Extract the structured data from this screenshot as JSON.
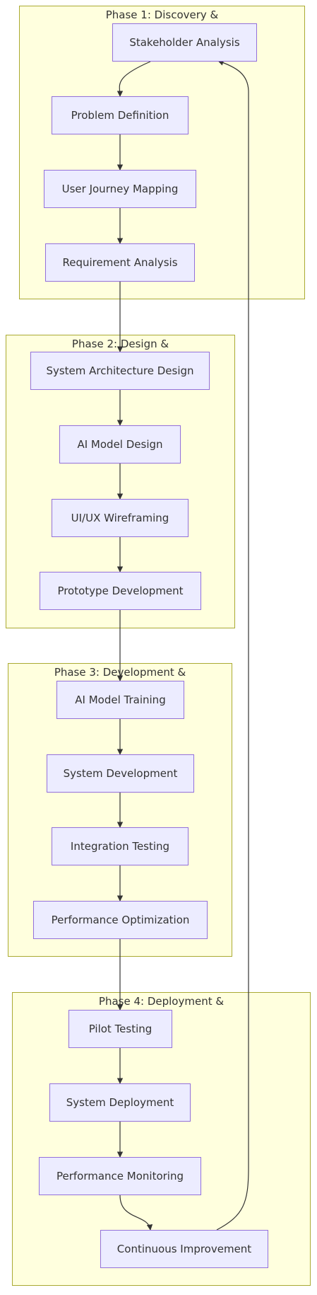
{
  "diagram": {
    "phases": [
      {
        "title": "Phase 1: Discovery &",
        "nodes": [
          "Stakeholder Analysis",
          "Problem Definition",
          "User Journey Mapping",
          "Requirement Analysis"
        ]
      },
      {
        "title": "Phase 2: Design &",
        "nodes": [
          "System Architecture Design",
          "AI Model Design",
          "UI/UX Wireframing",
          "Prototype Development"
        ]
      },
      {
        "title": "Phase 3: Development &",
        "nodes": [
          "AI Model Training",
          "System Development",
          "Integration Testing",
          "Performance Optimization"
        ]
      },
      {
        "title": "Phase 4: Deployment &\nring",
        "nodes": [
          "Pilot Testing",
          "System Deployment",
          "Performance Monitoring",
          "Continuous Improvement"
        ]
      }
    ],
    "colors": {
      "cluster_fill": "#ffffde",
      "cluster_border": "#aaaa33",
      "node_fill": "#ececff",
      "node_border": "#9370db",
      "edge": "#333333",
      "text": "#333333"
    }
  }
}
